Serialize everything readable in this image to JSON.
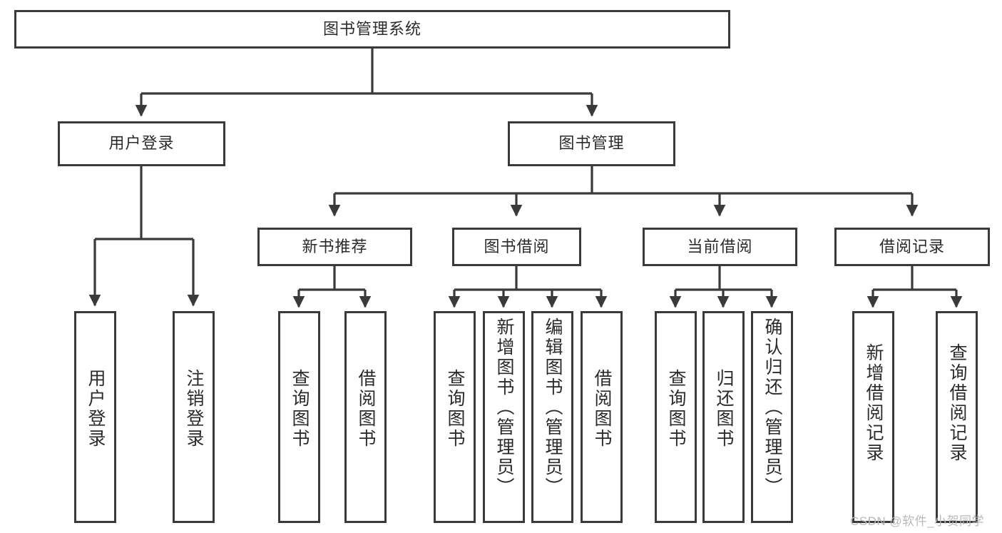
{
  "diagram": {
    "type": "tree-hierarchy",
    "title": "图书管理系统",
    "orientation": "top-down",
    "edge_style": "orthogonal-with-arrowheads",
    "colors": {
      "box_border": "#3a3a3a",
      "box_fill": "#ffffff",
      "edge": "#3a3a3a",
      "text": "#2b2b2b",
      "watermark": "#b9b9b9",
      "background": "#ffffff"
    },
    "root": {
      "label": "图书管理系统"
    },
    "level2": [
      {
        "id": "user-login",
        "label": "用户登录"
      },
      {
        "id": "book-manage",
        "label": "图书管理"
      }
    ],
    "level3": [
      {
        "id": "new-book-recommend",
        "label": "新书推荐",
        "parent": "book-manage"
      },
      {
        "id": "book-borrow",
        "label": "图书借阅",
        "parent": "book-manage"
      },
      {
        "id": "current-borrow",
        "label": "当前借阅",
        "parent": "book-manage"
      },
      {
        "id": "borrow-record",
        "label": "借阅记录",
        "parent": "book-manage"
      }
    ],
    "leaves": [
      {
        "id": "leaf-user-login",
        "label": "用户登录",
        "parent": "user-login"
      },
      {
        "id": "leaf-logout-login",
        "label": "注销登录",
        "parent": "user-login"
      },
      {
        "id": "leaf-query-book-1",
        "label": "查询图书",
        "parent": "new-book-recommend"
      },
      {
        "id": "leaf-borrow-book-1",
        "label": "借阅图书",
        "parent": "new-book-recommend"
      },
      {
        "id": "leaf-query-book-2",
        "label": "查询图书",
        "parent": "book-borrow"
      },
      {
        "id": "leaf-add-book",
        "label": "新增图书（管理员）",
        "parent": "book-borrow"
      },
      {
        "id": "leaf-edit-book",
        "label": "编辑图书（管理员）",
        "parent": "book-borrow"
      },
      {
        "id": "leaf-borrow-book-2",
        "label": "借阅图书",
        "parent": "book-borrow"
      },
      {
        "id": "leaf-query-book-3",
        "label": "查询图书",
        "parent": "current-borrow"
      },
      {
        "id": "leaf-return-book",
        "label": "归还图书",
        "parent": "current-borrow"
      },
      {
        "id": "leaf-confirm-return",
        "label": "确认归还（管理员）",
        "parent": "current-borrow"
      },
      {
        "id": "leaf-add-record",
        "label": "新增借阅记录",
        "parent": "borrow-record"
      },
      {
        "id": "leaf-query-record",
        "label": "查询借阅记录",
        "parent": "borrow-record"
      }
    ],
    "watermark": "CSDN @软件_小贺同学"
  }
}
